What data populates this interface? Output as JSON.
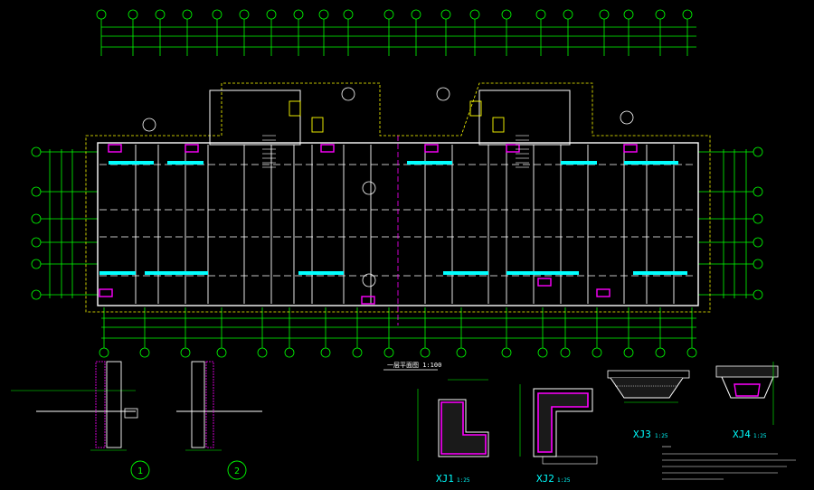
{
  "drawing": {
    "plan_title": "一层平面图 1:100",
    "details": [
      {
        "id": "xj1",
        "label": "XJ1",
        "scale": "1:25"
      },
      {
        "id": "xj2",
        "label": "XJ2",
        "scale": "1:25"
      },
      {
        "id": "xj3",
        "label": "XJ3",
        "scale": "1:25"
      },
      {
        "id": "xj4",
        "label": "XJ4",
        "scale": "1:25"
      }
    ],
    "sections": [
      {
        "id": "s1",
        "label": "1"
      },
      {
        "id": "s2",
        "label": "2"
      }
    ],
    "colors": {
      "background": "#000000",
      "wall": "#ffffff",
      "grid": "#00ff00",
      "accent_cyan": "#00ffff",
      "accent_magenta": "#ff00ff",
      "accent_yellow": "#ffff00",
      "dimension": "#66ff66"
    }
  }
}
